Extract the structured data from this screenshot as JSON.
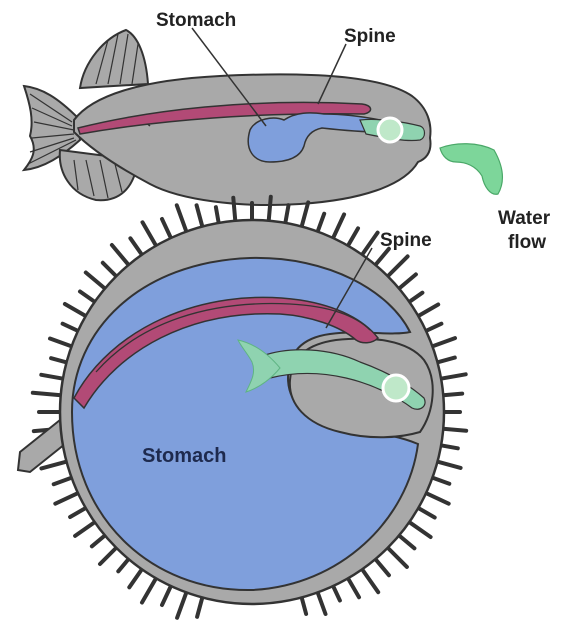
{
  "labels": {
    "top_stomach": "Stomach",
    "top_spine": "Spine",
    "water_flow_line1": "Water",
    "water_flow_line2": "flow",
    "bottom_spine": "Spine",
    "bottom_stomach": "Stomach"
  },
  "colors": {
    "body_gray": "#a9a9a9",
    "stomach_blue": "#7f9fdc",
    "spine_pink": "#b24a76",
    "water_green": "#7dd69a",
    "outline": "#333333"
  }
}
